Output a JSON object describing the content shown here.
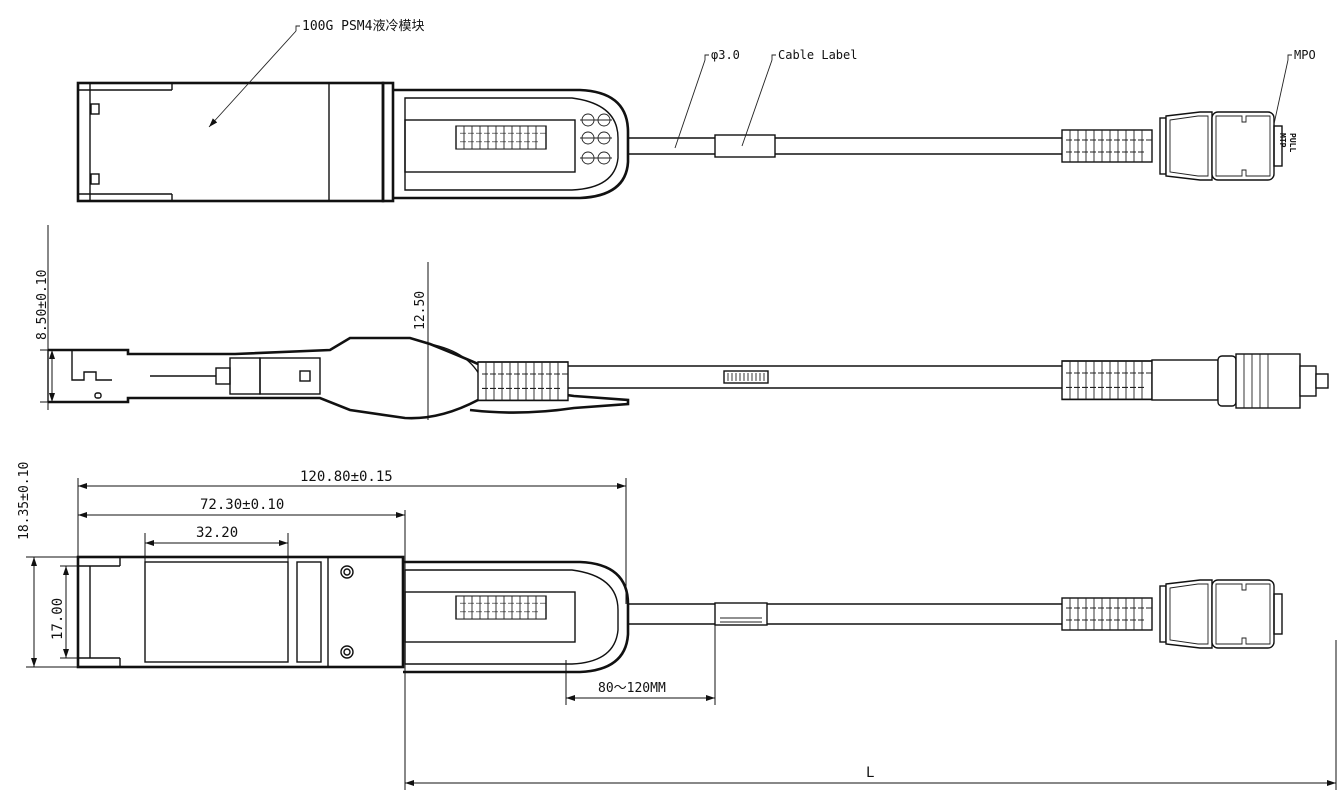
{
  "callouts": {
    "module": "100G PSM4液冷模块",
    "cable_diameter": "φ3.0",
    "cable_label": "Cable Label",
    "connector": "MPO"
  },
  "connector_marks": {
    "pull": "PULL",
    "mtp": "MTP"
  },
  "dimensions": {
    "height_side": "8.50±0.10",
    "latch_height": "12.50",
    "width_outer": "18.35±0.10",
    "body_width": "17.00",
    "overall_length": "120.80±0.15",
    "housing_length": "72.30±0.10",
    "label_window": "32.20",
    "label_offset": "80～120MM",
    "cable_length": "L"
  }
}
